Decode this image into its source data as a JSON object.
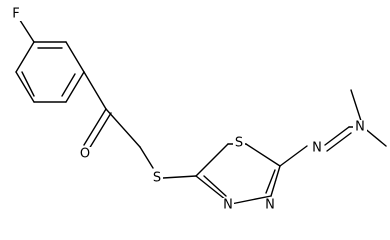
{
  "molecule": {
    "atoms": {
      "fluorine": "F",
      "carbonyl_oxygen": "O",
      "thioether_sulfur": "S",
      "ring_sulfur": "S",
      "ring_nitrogen_left": "N",
      "ring_nitrogen_right": "N",
      "imine_nitrogen": "N",
      "dimethylamino_nitrogen": "N"
    }
  }
}
